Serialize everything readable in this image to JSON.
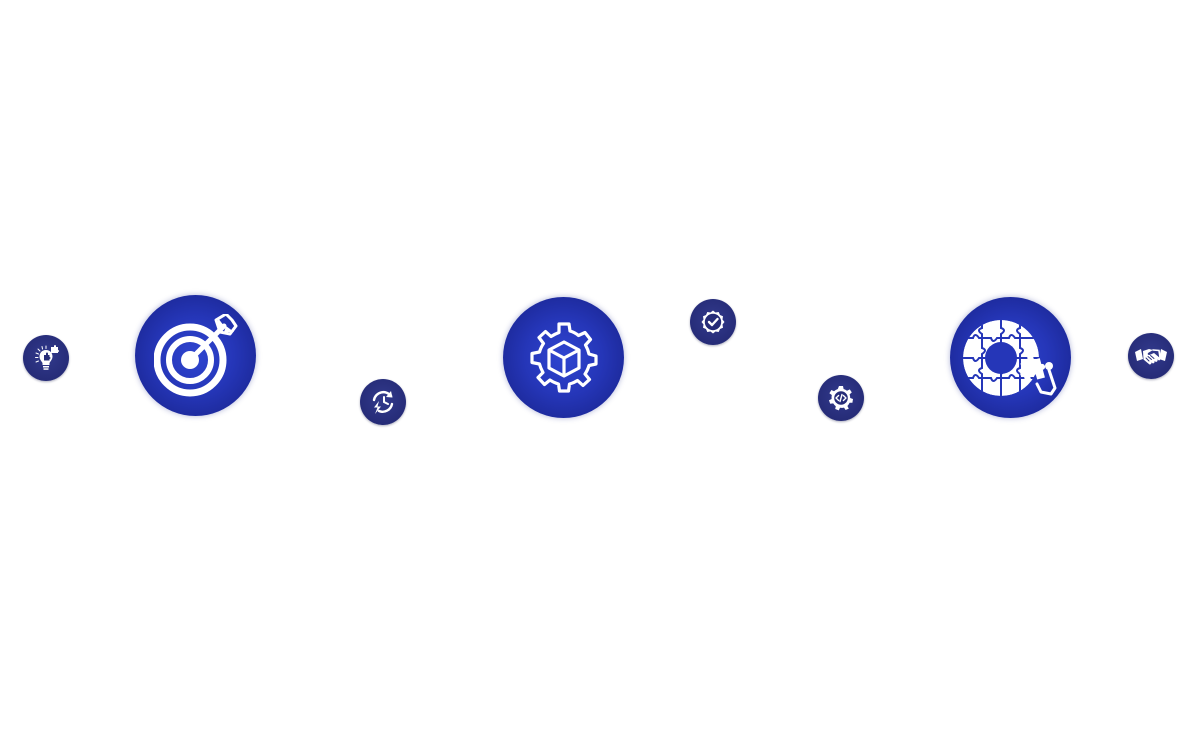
{
  "colors": {
    "background": "#ffffff",
    "small_node": "#262c78",
    "big_node": "#2536b8",
    "icon_fill": "#ffffff"
  },
  "nodes": [
    {
      "id": "idea",
      "size": "small",
      "icon": "lightbulb-puzzle-icon"
    },
    {
      "id": "target",
      "size": "big",
      "icon": "target-arrow-icon"
    },
    {
      "id": "refresh",
      "size": "small",
      "icon": "clock-refresh-bolt-icon"
    },
    {
      "id": "product",
      "size": "big",
      "icon": "gear-box-icon"
    },
    {
      "id": "quality",
      "size": "small",
      "icon": "check-badge-icon"
    },
    {
      "id": "development",
      "size": "small",
      "icon": "gear-code-icon"
    },
    {
      "id": "integration",
      "size": "big",
      "icon": "puzzle-circle-icon"
    },
    {
      "id": "partnership",
      "size": "small",
      "icon": "handshake-icon"
    }
  ]
}
